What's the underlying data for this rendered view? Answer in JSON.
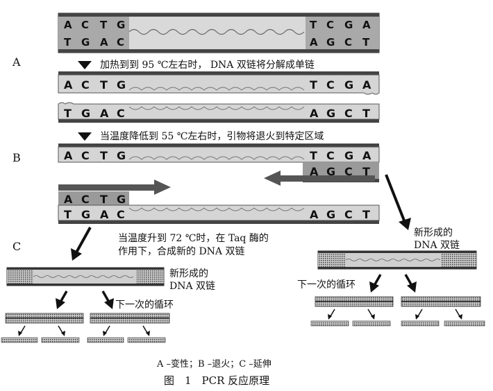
{
  "steps": {
    "a": {
      "letter": "A",
      "text": "加热到到 95 ℃左右时， DNA 双链将分解成单链"
    },
    "b": {
      "letter": "B",
      "text": "当温度降低到 55 ℃左右时，引物将退火到特定区域"
    },
    "c": {
      "letter": "C",
      "text_line1": "当温度升到 72 ℃时，在 Taq 酶的",
      "text_line2": "作用下，合成新的 DNA 双链"
    }
  },
  "labels": {
    "new_dna_left_1": "新形成的",
    "new_dna_left_2": "DNA 双链",
    "new_dna_right_1": "新形成的",
    "new_dna_right_2": "DNA 双链",
    "next_cycle_left": "下一次的循环",
    "next_cycle_right": "下一次的循环"
  },
  "bases": {
    "top": [
      "A",
      "C",
      "T",
      "G"
    ],
    "top_end": [
      "T",
      "C",
      "G",
      "A"
    ],
    "bottom": [
      "T",
      "G",
      "A",
      "C"
    ],
    "bottom_end": [
      "A",
      "G",
      "C",
      "T"
    ]
  },
  "legend": "A –变性；B –退火；C –延伸",
  "caption": "图　1　PCR 反应原理"
}
